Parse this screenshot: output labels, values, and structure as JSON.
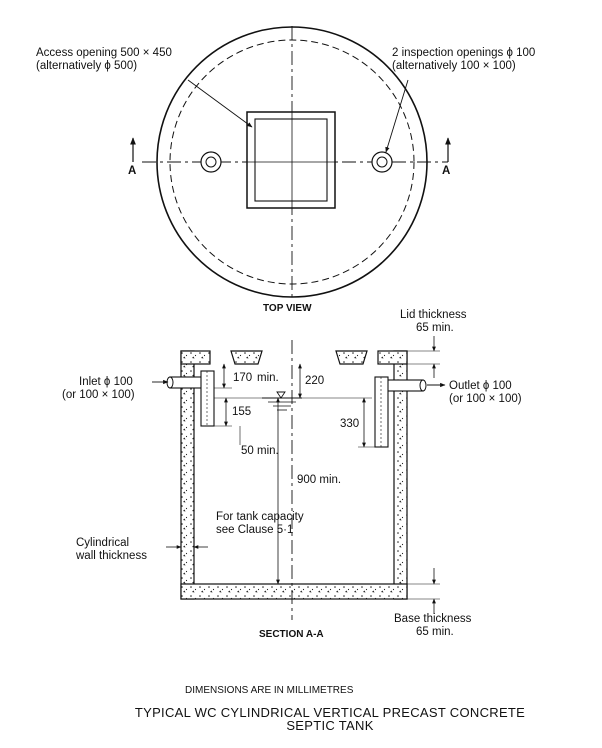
{
  "top_view": {
    "access_opening_line1": "Access opening 500 × 450",
    "access_opening_line2": "(alternatively ϕ 500)",
    "inspection_line1": "2 inspection openings ϕ 100",
    "inspection_line2": "(alternatively 100 × 100)",
    "section_mark_left": "A",
    "section_mark_right": "A",
    "caption": "TOP VIEW"
  },
  "section": {
    "lid_thickness_line1": "Lid thickness",
    "lid_thickness_line2": "65 min.",
    "inlet_line1": "Inlet ϕ 100",
    "inlet_line2": "(or 100 × 100)",
    "outlet_line1": "Outlet ϕ 100",
    "outlet_line2": "(or 100 × 100)",
    "dim_170": "170",
    "dim_min": "min.",
    "dim_220": "220",
    "dim_155": "155",
    "dim_330": "330",
    "dim_50": "50 min.",
    "dim_900": "900 min.",
    "capacity_line1": "For tank capacity",
    "capacity_line2": "see Clause 5·1",
    "wall_line1": "Cylindrical",
    "wall_line2": "wall thickness",
    "base_line1": "Base thickness",
    "base_line2": "65 min.",
    "caption": "SECTION A-A"
  },
  "notes": {
    "units": "DIMENSIONS ARE IN MILLIMETRES",
    "title_line1": "TYPICAL WC CYLINDRICAL VERTICAL PRECAST CONCRETE",
    "title_line2": "SEPTIC TANK"
  }
}
